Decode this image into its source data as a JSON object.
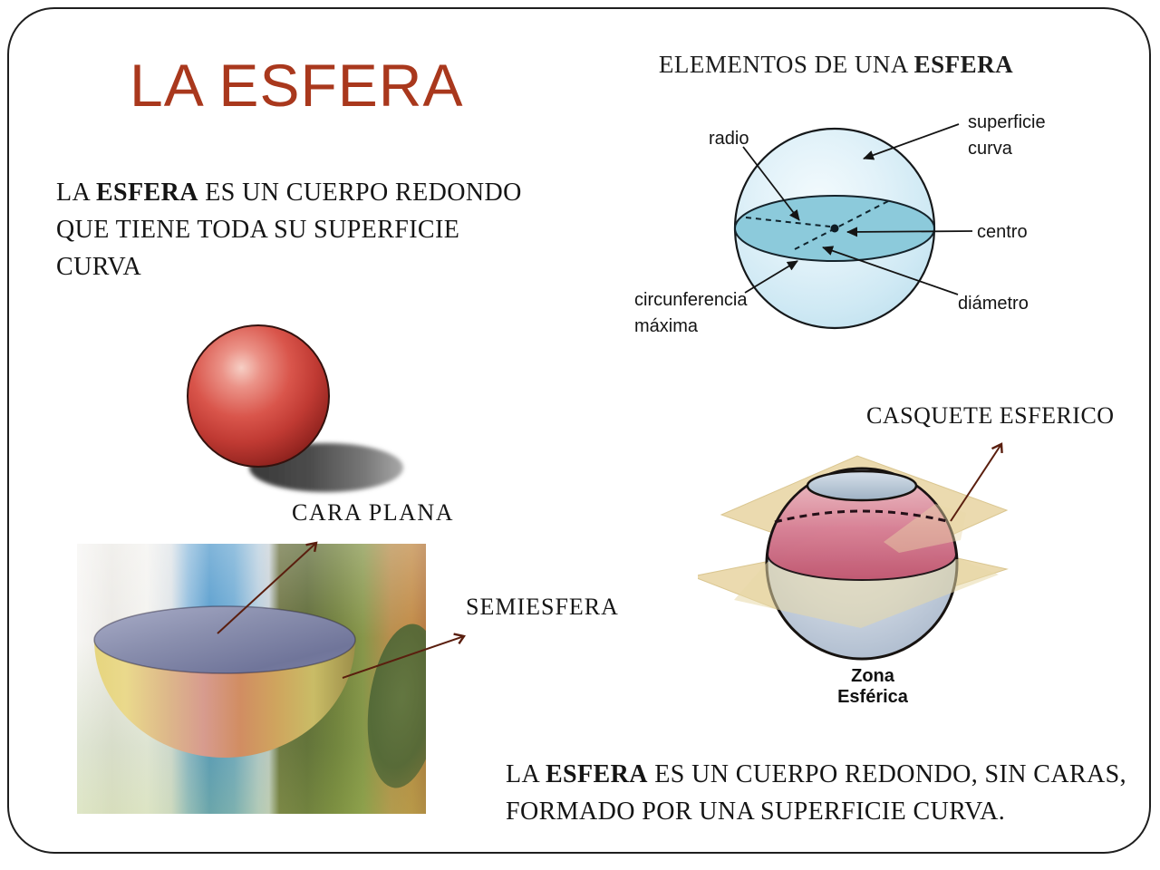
{
  "slide": {
    "title": "LA ESFERA",
    "intro": {
      "pre": "LA ",
      "bold": "ESFERA",
      "rest": " ES UN CUERPO REDONDO",
      "line2": "QUE TIENE TODA SU SUPERFICIE",
      "line3": "CURVA"
    },
    "outro": {
      "pre": "LA ",
      "bold": "ESFERA",
      "rest": " ES UN CUERPO REDONDO, SIN CARAS,",
      "line2": "FORMADO POR UNA SUPERFICIE CURVA."
    },
    "colors": {
      "title_red": "#a9381d",
      "text_black": "#1c1c1c",
      "annotation_brown": "#5a1e0e",
      "sphere_blue_light": "#d9eef7",
      "sphere_equator_teal": "#8ccadb",
      "red_sphere": "#cc4a42",
      "zona_pink": "#c4596e",
      "plane_beige": "#ecddb0",
      "cap_gray_blue": "#c2cdda"
    }
  },
  "elements_diagram": {
    "heading_pre": "ELEMENTOS DE UNA ",
    "heading_bold": "ESFERA",
    "labels": {
      "radio": "radio",
      "superficie_line1": "superficie",
      "superficie_line2": "curva",
      "centro": "centro",
      "diametro": "diámetro",
      "circunferencia_line1": "circunferencia",
      "circunferencia_line2": "máxima"
    }
  },
  "figures": {
    "cara_plana": "CARA PLANA",
    "semiesfera": "SEMIESFERA",
    "casquete": "CASQUETE ESFERICO",
    "zona_esferica": "Zona Esférica"
  }
}
